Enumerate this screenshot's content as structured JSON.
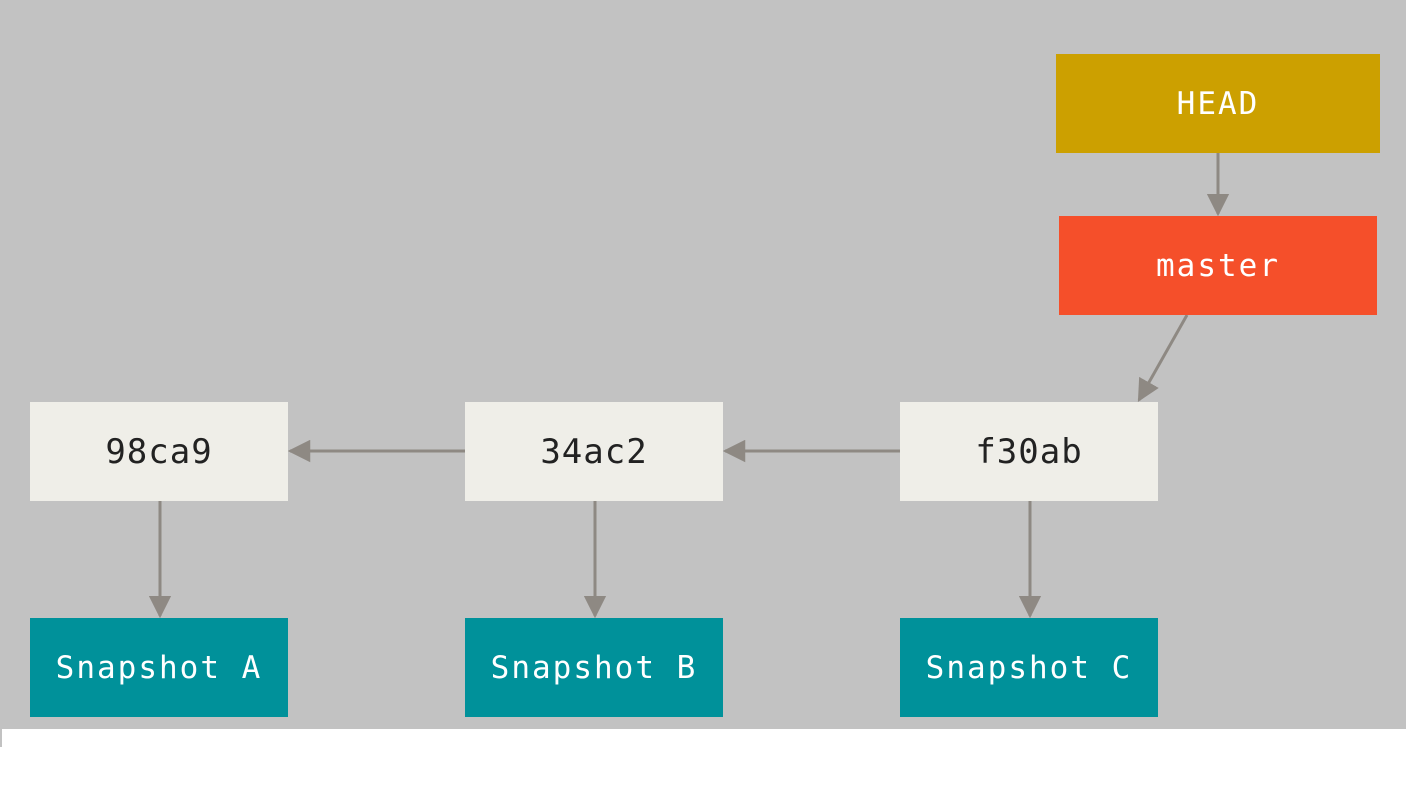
{
  "colors": {
    "background": "#c2c2c2",
    "commit_fill": "#efeee8",
    "snapshot_fill": "#00919a",
    "head_fill": "#cca000",
    "branch_fill": "#f54f2a",
    "arrow": "#8e8983"
  },
  "refs": {
    "head": "HEAD",
    "branch": "master"
  },
  "commits": [
    {
      "hash": "98ca9",
      "snapshot": "Snapshot A"
    },
    {
      "hash": "34ac2",
      "snapshot": "Snapshot B"
    },
    {
      "hash": "f30ab",
      "snapshot": "Snapshot C"
    }
  ]
}
